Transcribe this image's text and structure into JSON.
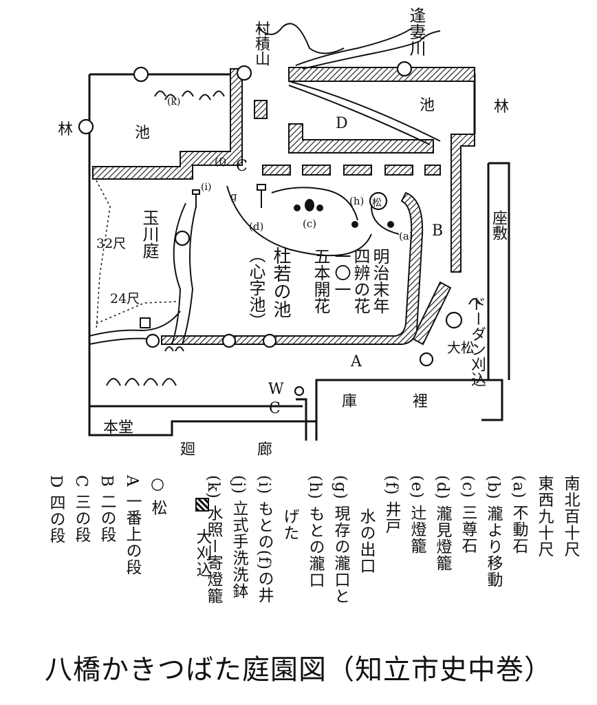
{
  "map": {
    "labels": {
      "river": "逢妻川",
      "mountain": "村積山",
      "forest_left": "林",
      "forest_right": "林",
      "pond_left": "池",
      "pond_top": "池",
      "garden": "玉川庭",
      "dim_32": "32尺",
      "dim_24": "24尺",
      "kakitsubata_pond": "杜若の池",
      "shinji_pond": "（心字池）",
      "flower_note_1": "明治末年",
      "flower_note_2": "四辨の花",
      "flower_note_3": "一〇一",
      "flower_note_4": "五本開花",
      "hedge": "ドーダン刈込",
      "zashiki": "座敷",
      "big_pine": "大松",
      "storehouse": "庫",
      "storehouse_back": "裡",
      "main_hall": "本堂",
      "corridor_1": "廻",
      "corridor_2": "廊",
      "wc_w": "W",
      "wc_c": "C",
      "step_a": "A",
      "step_b": "B",
      "step_c": "C",
      "step_d": "D",
      "mark_a": "(a)",
      "mark_c": "(c)",
      "mark_d": "(d)",
      "mark_f": "(f)",
      "mark_g": "g",
      "mark_h": "(h)",
      "mark_k": "(k)",
      "mark_l": "(i)",
      "pine_mark": "松"
    }
  },
  "legend": {
    "columns": [
      "南北百十尺",
      "東西九十尺",
      "(a) 不動石",
      "(b) 瀧より移動",
      "(c) 三尊石",
      "(d) 瀧見燈籠",
      "(e) 辻燈籠",
      "(f) 井戸",
      "　　水の出口",
      "(g) 現存の瀧口と",
      "(h) もとの瀧口",
      "　　げた",
      "(i) もとの(f)の井",
      "(j) 立式手洗洗鉢",
      "(k) 水照ー寄燈籠",
      "　大刈込",
      "○ 松",
      "A 一番上の段",
      "B 二の段",
      "C 三の段",
      "D 四の段"
    ]
  },
  "caption": "八橋かきつばた庭園図（知立市史中巻）"
}
